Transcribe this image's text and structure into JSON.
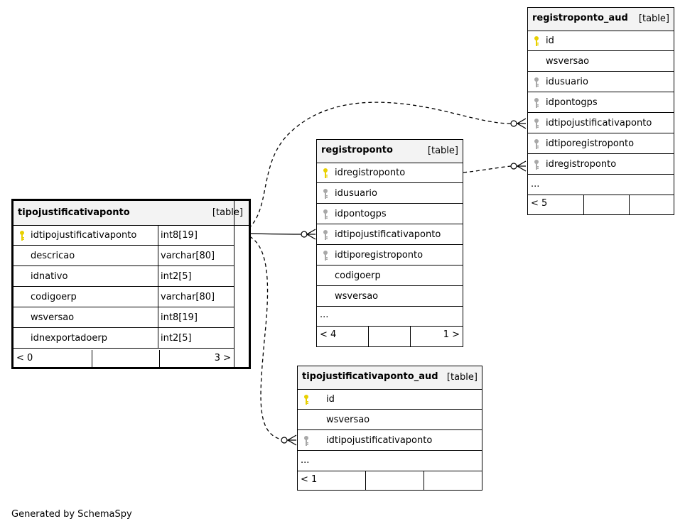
{
  "footer_text": "Generated by SchemaSpy",
  "tables": {
    "tipojustificativaponto": {
      "name": "tipojustificativaponto",
      "type": "[table]",
      "columns": [
        {
          "name": "idtipojustificativaponto",
          "type": "int8[19]",
          "key": "primary"
        },
        {
          "name": "descricao",
          "type": "varchar[80]",
          "key": "none"
        },
        {
          "name": "idnativo",
          "type": "int2[5]",
          "key": "none"
        },
        {
          "name": "codigoerp",
          "type": "varchar[80]",
          "key": "none"
        },
        {
          "name": "wsversao",
          "type": "int8[19]",
          "key": "none"
        },
        {
          "name": "idnexportadoerp",
          "type": "int2[5]",
          "key": "none"
        }
      ],
      "footer_left": "< 0",
      "footer_right": "3 >"
    },
    "registroponto": {
      "name": "registroponto",
      "type": "[table]",
      "columns": [
        {
          "name": "idregistroponto",
          "key": "primary"
        },
        {
          "name": "idusuario",
          "key": "foreign"
        },
        {
          "name": "idpontogps",
          "key": "foreign"
        },
        {
          "name": "idtipojustificativaponto",
          "key": "foreign"
        },
        {
          "name": "idtiporegistroponto",
          "key": "foreign"
        },
        {
          "name": "codigoerp",
          "key": "none"
        },
        {
          "name": "wsversao",
          "key": "none"
        }
      ],
      "ellipsis": "...",
      "footer_left": "< 4",
      "footer_right": "1 >"
    },
    "registroponto_aud": {
      "name": "registroponto_aud",
      "type": "[table]",
      "columns": [
        {
          "name": "id",
          "key": "primary"
        },
        {
          "name": "wsversao",
          "key": "none"
        },
        {
          "name": "idusuario",
          "key": "foreign"
        },
        {
          "name": "idpontogps",
          "key": "foreign"
        },
        {
          "name": "idtipojustificativaponto",
          "key": "foreign"
        },
        {
          "name": "idtiporegistroponto",
          "key": "foreign"
        },
        {
          "name": "idregistroponto",
          "key": "foreign"
        }
      ],
      "ellipsis": "...",
      "footer_left": "< 5",
      "footer_right": ""
    },
    "tipojustificativaponto_aud": {
      "name": "tipojustificativaponto_aud",
      "type": "[table]",
      "columns": [
        {
          "name": "id",
          "key": "primary"
        },
        {
          "name": "wsversao",
          "key": "none"
        },
        {
          "name": "idtipojustificativaponto",
          "key": "foreign"
        }
      ],
      "ellipsis": "...",
      "footer_left": "< 1",
      "footer_right": ""
    }
  },
  "colors": {
    "primary_key": "#e8d000",
    "foreign_key": "#a8a8a8",
    "header_bg": "#f3f3f3"
  }
}
